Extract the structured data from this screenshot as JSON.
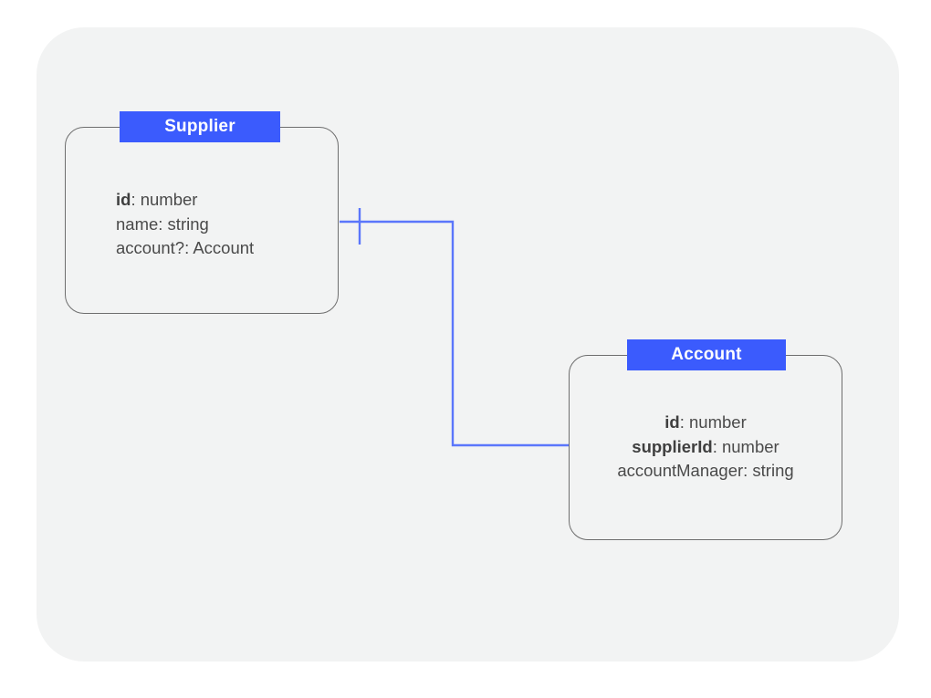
{
  "canvas": {
    "background_color": "#f2f3f3",
    "page_background": "#ffffff"
  },
  "theme": {
    "header_color": "#3b5bfd",
    "header_text_color": "#ffffff",
    "entity_border_color": "#6e6e6e",
    "attribute_text_color": "#4a4a4a",
    "key_text_color": "#3f3f3f",
    "connector_color": "#5b76fb"
  },
  "diagram": {
    "type": "entity-relationship",
    "entities": [
      {
        "id": "supplier",
        "name": "Supplier",
        "align": "left",
        "attributes": [
          {
            "key": "id",
            "rest": ": number",
            "is_key": true
          },
          {
            "key": "",
            "rest": "name: string",
            "is_key": false
          },
          {
            "key": "",
            "rest": "account?: Account",
            "is_key": false
          }
        ]
      },
      {
        "id": "account",
        "name": "Account",
        "align": "center",
        "attributes": [
          {
            "key": "id",
            "rest": ": number",
            "is_key": true
          },
          {
            "key": "supplierId",
            "rest": ": number",
            "is_key": true
          },
          {
            "key": "",
            "rest": "accountManager: string",
            "is_key": false
          }
        ]
      }
    ],
    "relationships": [
      {
        "id": "supplier-account",
        "from": "supplier",
        "to": "account",
        "from_notation": "one",
        "to_notation": "none",
        "style": "orthogonal"
      }
    ]
  }
}
